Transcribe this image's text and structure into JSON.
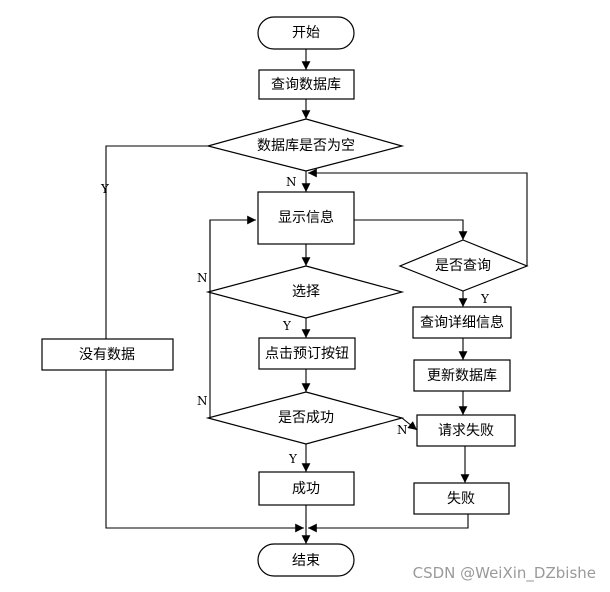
{
  "nodes": {
    "start": "开始",
    "query_db": "查询数据库",
    "db_empty": "数据库是否为空",
    "show_info": "显示信息",
    "no_data": "没有数据",
    "choose": "选择",
    "click_book": "点击预订按钮",
    "is_success": "是否成功",
    "success": "成功",
    "is_query": "是否查询",
    "query_detail": "查询详细信息",
    "update_db": "更新数据库",
    "request_fail": "请求失败",
    "fail": "失败",
    "end": "结束"
  },
  "labels": {
    "db_empty_yes": "Y",
    "db_empty_no": "N",
    "choose_no": "N",
    "choose_yes": "Y",
    "success_no": "N",
    "success_yes": "Y",
    "query_yes": "Y",
    "success_to_fail": "N"
  },
  "watermark": "CSDN @WeiXin_DZbishe"
}
